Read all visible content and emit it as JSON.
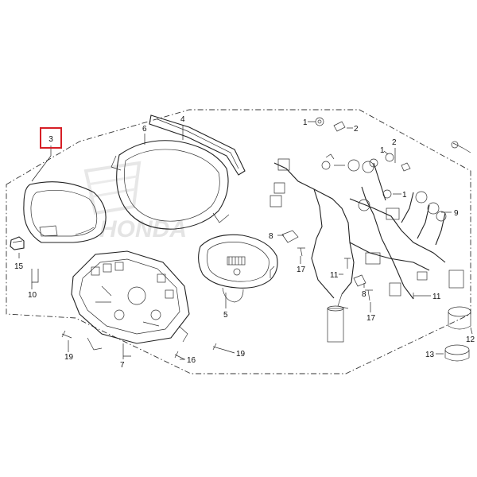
{
  "diagram": {
    "watermark": "HONDA",
    "highlight_color": "#d61f26",
    "highlighted_label": "3",
    "labels": {
      "l1a": "1",
      "l2a": "2",
      "l4": "4",
      "l6": "6",
      "l2b": "2",
      "l1b": "1",
      "l1c": "1",
      "l9": "9",
      "l8a": "8",
      "l17a": "17",
      "l15": "15",
      "l10": "10",
      "l11a": "11",
      "l8b": "8",
      "l17b": "17",
      "l11b": "11",
      "l5": "5",
      "l19a": "19",
      "l7": "7",
      "l16": "16",
      "l19b": "19",
      "l12": "12",
      "l13": "13"
    }
  }
}
